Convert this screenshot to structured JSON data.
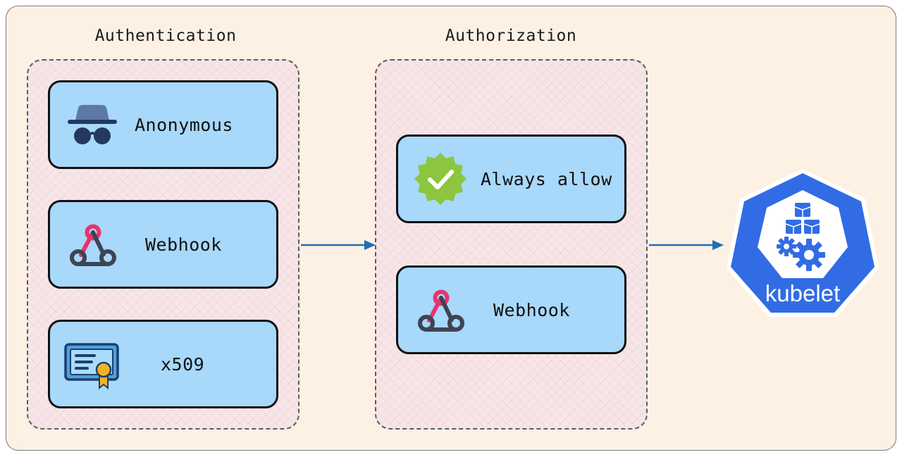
{
  "authentication": {
    "title": "Authentication",
    "items": [
      {
        "label": "Anonymous",
        "icon": "incognito-icon"
      },
      {
        "label": "Webhook",
        "icon": "webhook-icon"
      },
      {
        "label": "x509",
        "icon": "certificate-icon"
      }
    ]
  },
  "authorization": {
    "title": "Authorization",
    "items": [
      {
        "label": "Always allow",
        "icon": "check-badge-icon"
      },
      {
        "label": "Webhook",
        "icon": "webhook-icon"
      }
    ]
  },
  "target": {
    "label": "kubelet",
    "icon": "kubernetes-heptagon-icon"
  },
  "colors": {
    "background": "#fdf1e4",
    "card_fill": "#a8d8fa",
    "arrow": "#1f6fb5",
    "kubelet_blue": "#326ce5",
    "check_green": "#8cc63f"
  }
}
